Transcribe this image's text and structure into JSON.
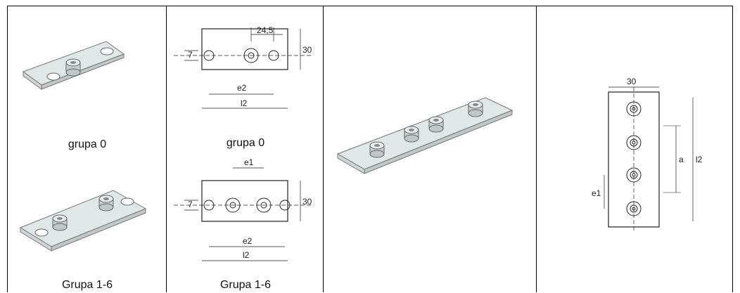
{
  "table": {
    "cells": [
      {
        "captions": [
          "grupa 0",
          "Grupa 1-6"
        ]
      },
      {
        "captions": [
          "grupa 0",
          "Grupa 1-6"
        ],
        "drawing_top": {
          "dim_offset": "24,5",
          "dim_hole": "7",
          "dim_width": "30",
          "dim_e": "e2",
          "dim_l": "l2"
        },
        "drawing_bottom": {
          "dim_e1": "e1",
          "dim_hole": "7",
          "dim_width": "30",
          "dim_e2": "e2",
          "dim_l": "l2"
        }
      },
      {
        "captions": []
      },
      {
        "drawing": {
          "dim_width": "30",
          "dim_a": "a",
          "dim_l2": "l2",
          "dim_e1": "e1"
        }
      }
    ]
  }
}
